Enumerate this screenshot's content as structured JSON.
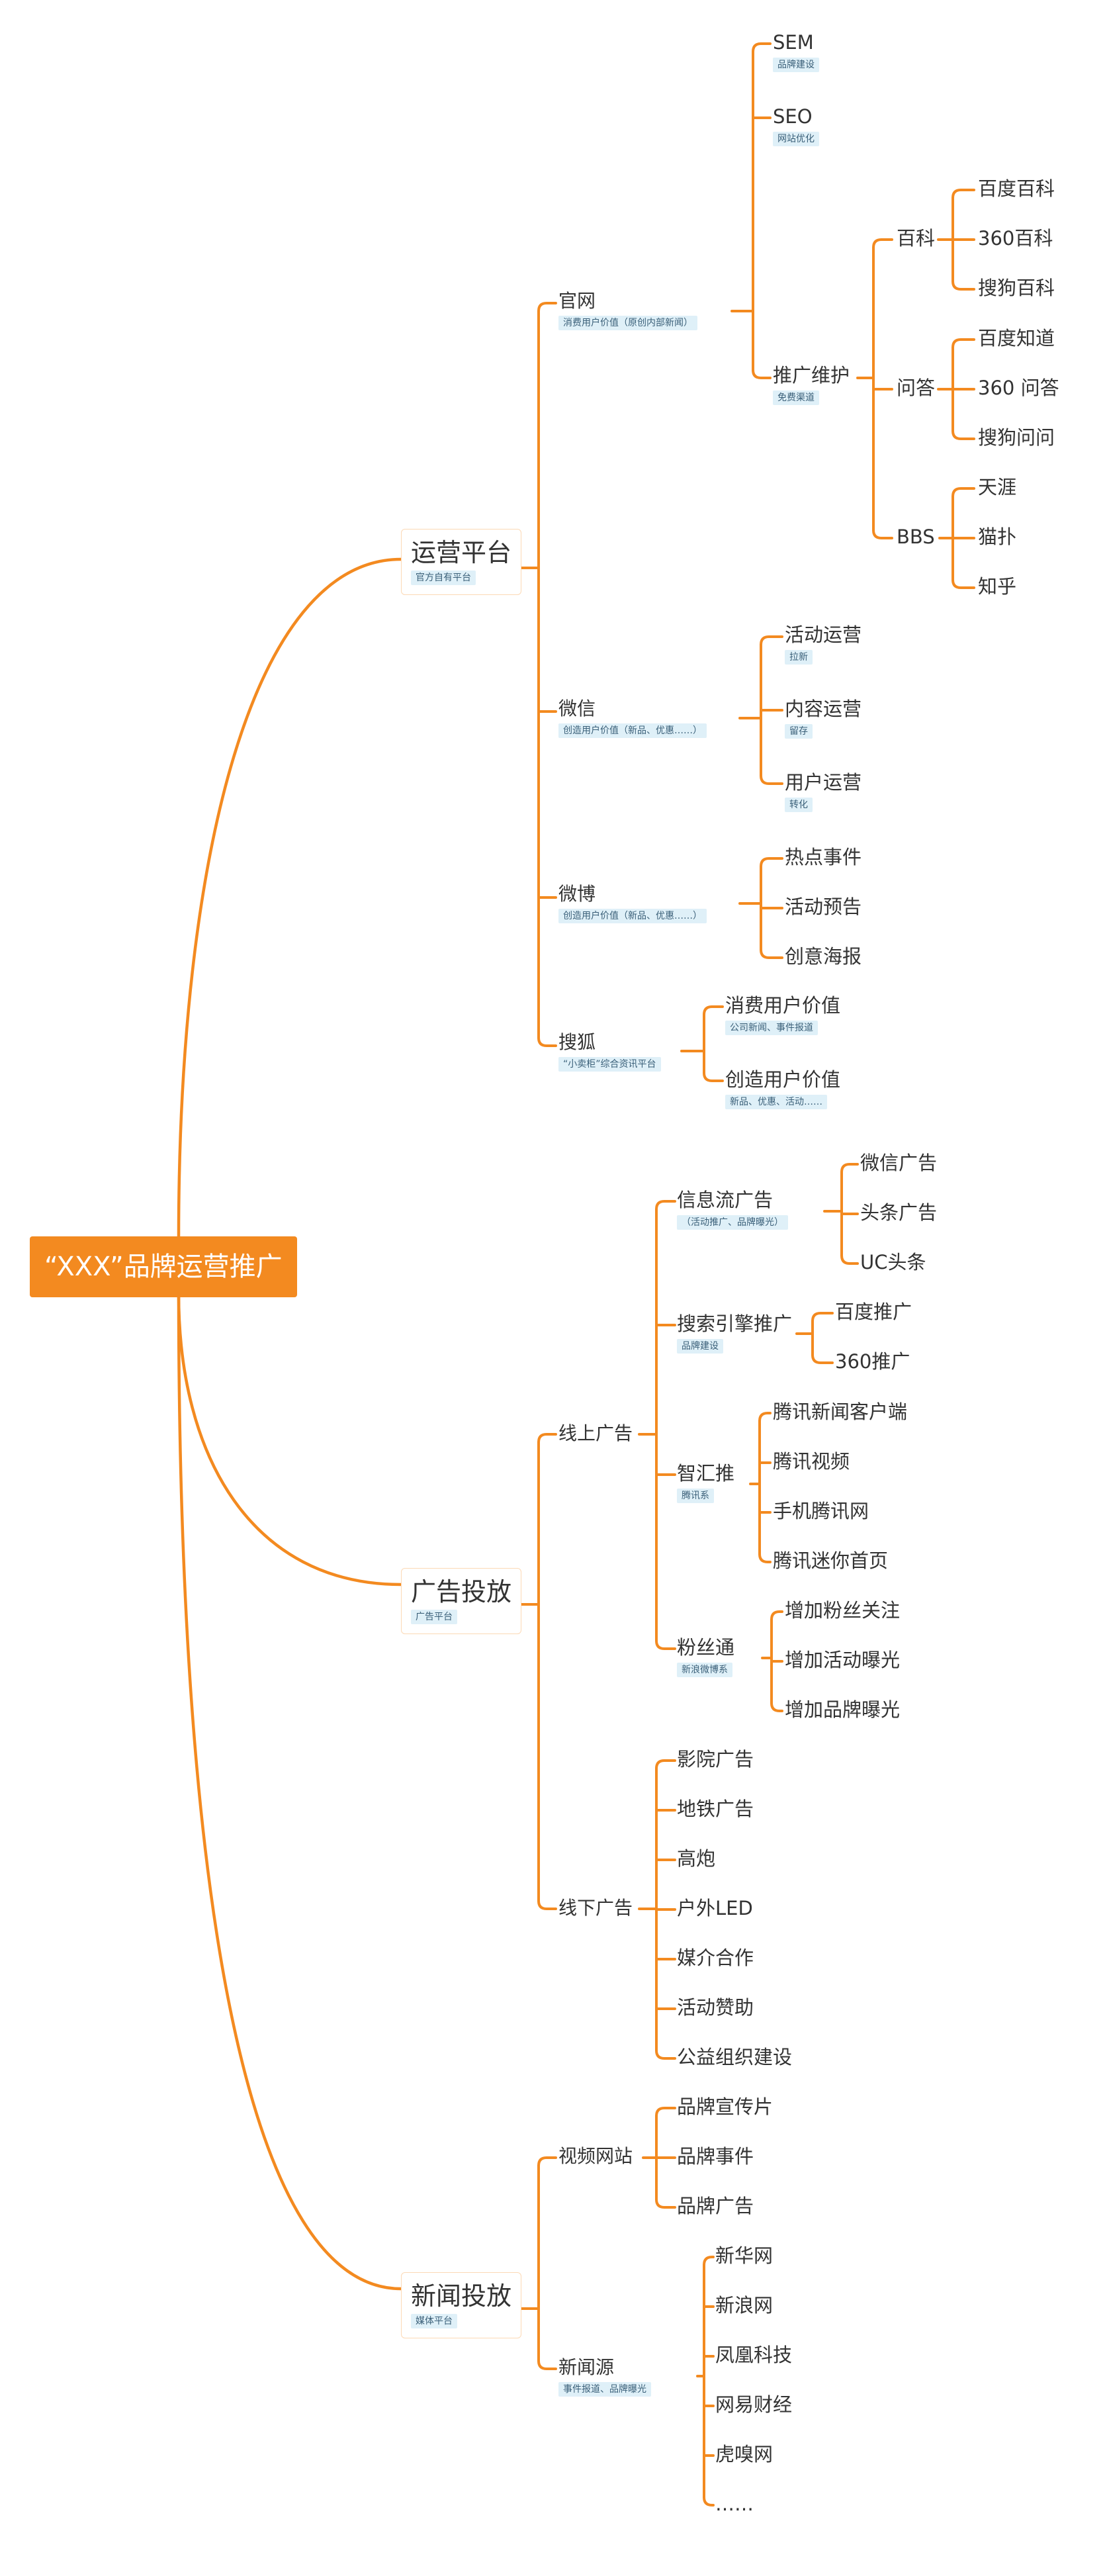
{
  "root": {
    "label": "“XXX”品牌运营推广"
  },
  "branches": [
    {
      "label": "运营平台",
      "tag": "官方自有平台",
      "children": [
        {
          "label": "官网",
          "tag": "消费用户价值（原创内部新闻）",
          "children": [
            {
              "label": "SEM",
              "tag": "品牌建设"
            },
            {
              "label": "SEO",
              "tag": "网站优化"
            },
            {
              "label": "推广维护",
              "tag": "免费渠道",
              "children": [
                {
                  "label": "百科",
                  "children": [
                    "百度百科",
                    "360百科",
                    "搜狗百科"
                  ]
                },
                {
                  "label": "问答",
                  "children": [
                    "百度知道",
                    "360 问答",
                    "搜狗问问"
                  ]
                },
                {
                  "label": "BBS",
                  "children": [
                    "天涯",
                    "猫扑",
                    "知乎"
                  ]
                }
              ]
            }
          ]
        },
        {
          "label": "微信",
          "tag": "创造用户价值（新品、优惠……）",
          "children": [
            {
              "label": "活动运营",
              "tag": "拉新"
            },
            {
              "label": "内容运营",
              "tag": "留存"
            },
            {
              "label": "用户运营",
              "tag": "转化"
            }
          ]
        },
        {
          "label": "微博",
          "tag": "创造用户价值（新品、优惠……）",
          "children": [
            {
              "label": "热点事件"
            },
            {
              "label": "活动预告"
            },
            {
              "label": "创意海报"
            }
          ]
        },
        {
          "label": "搜狐",
          "tag": "“小卖柜”综合资讯平台",
          "children": [
            {
              "label": "消费用户价值",
              "tag": "公司新闻、事件报道"
            },
            {
              "label": "创造用户价值",
              "tag": "新品、优惠、活动……"
            }
          ]
        }
      ]
    },
    {
      "label": "广告投放",
      "tag": "广告平台",
      "children": [
        {
          "label": "线上广告",
          "children": [
            {
              "label": "信息流广告",
              "tag": "（活动推广、品牌曝光）",
              "children": [
                "微信广告",
                "头条广告",
                "UC头条"
              ]
            },
            {
              "label": "搜索引擎推广",
              "tag": "品牌建设",
              "children": [
                "百度推广",
                "360推广"
              ]
            },
            {
              "label": "智汇推",
              "tag": "腾讯系",
              "children": [
                "腾讯新闻客户端",
                "腾讯视频",
                "手机腾讯网",
                "腾讯迷你首页"
              ]
            },
            {
              "label": "粉丝通",
              "tag": "新浪微博系",
              "children": [
                "增加粉丝关注",
                "增加活动曝光",
                "增加品牌曝光"
              ]
            }
          ]
        },
        {
          "label": "线下广告",
          "children": [
            "影院广告",
            "地铁广告",
            "高炮",
            "户外LED",
            "媒介合作",
            "活动赞助",
            "公益组织建设"
          ]
        }
      ]
    },
    {
      "label": "新闻投放",
      "tag": "媒体平台",
      "children": [
        {
          "label": "视频网站",
          "children": [
            "品牌宣传片",
            "品牌事件",
            "品牌广告"
          ]
        },
        {
          "label": "新闻源",
          "tag": "事件报道、品牌曝光",
          "children": [
            "新华网",
            "新浪网",
            "凤凰科技",
            "网易财经",
            "虎嗅网",
            "……"
          ]
        }
      ]
    }
  ],
  "colors": {
    "accent": "#f38a20",
    "tag_bg": "#dff0f8",
    "text": "#333333"
  }
}
